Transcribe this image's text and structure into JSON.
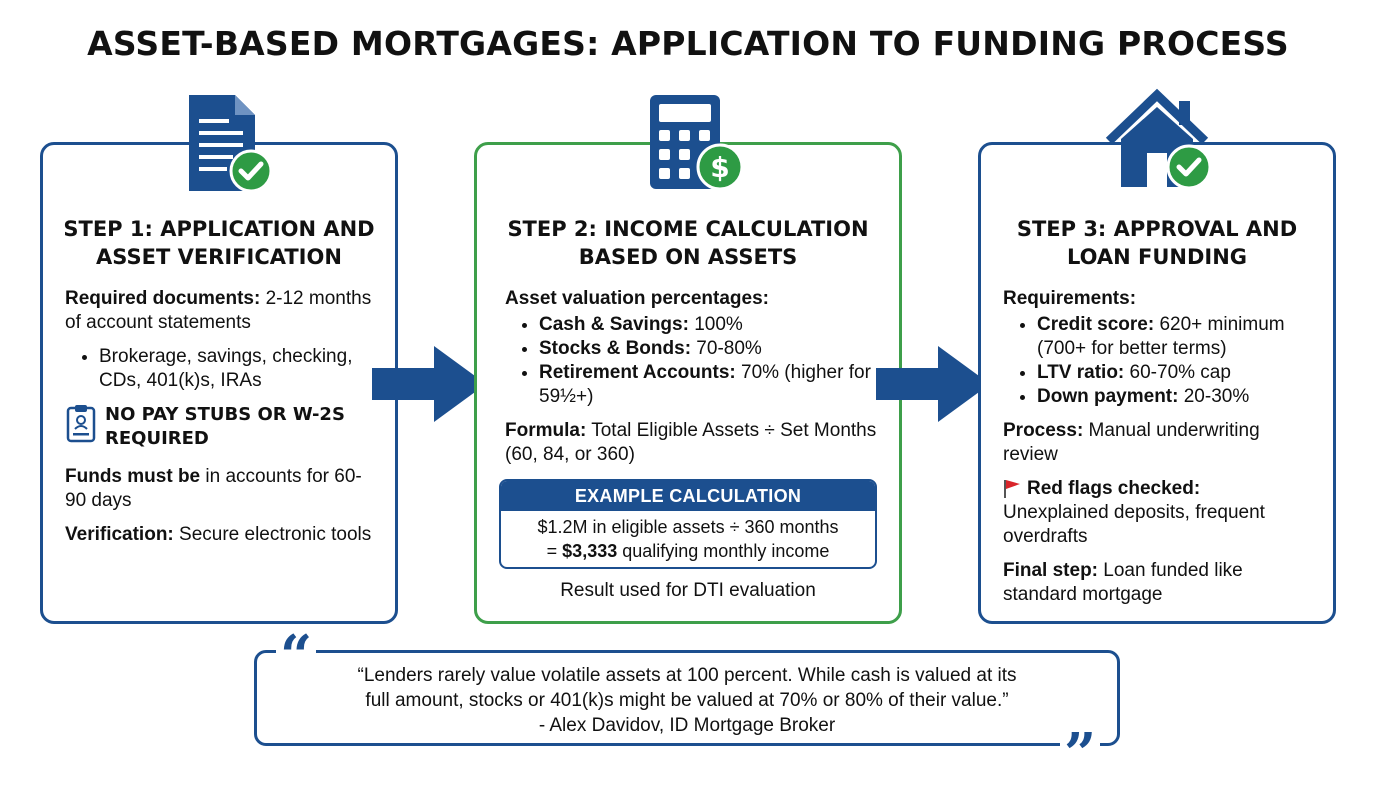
{
  "title": "ASSET-BASED MORTGAGES: APPLICATION TO FUNDING PROCESS",
  "colors": {
    "blue": "#1c4f8f",
    "green": "#3e9f4a",
    "check_green": "#2e9b44",
    "flag_red": "#d9252a"
  },
  "step1": {
    "icon": "document-check-icon",
    "heading_line1": "STEP 1: APPLICATION AND",
    "heading_line2": "ASSET VERIFICATION",
    "req_label": "Required documents:",
    "req_text": " 2-12 months of account statements",
    "bullet": "Brokerage, savings, checking, CDs, 401(k)s, IRAs",
    "nopay_line1": "NO PAY STUBS OR W-2S",
    "nopay_line2": "REQUIRED",
    "funds_label": "Funds must be",
    "funds_text": " in accounts for 60-90 days",
    "verif_label": "Verification:",
    "verif_text": " Secure electronic tools"
  },
  "step2": {
    "icon": "calculator-dollar-icon",
    "heading_line1": "STEP 2: INCOME CALCULATION",
    "heading_line2": "BASED ON ASSETS",
    "val_label": "Asset valuation percentages:",
    "items": [
      {
        "label": "Cash & Savings:",
        "value": " 100%"
      },
      {
        "label": "Stocks & Bonds:",
        "value": " 70-80%"
      },
      {
        "label": "Retirement Accounts:",
        "value": " 70% (higher for 59½+)"
      }
    ],
    "formula_label": "Formula:",
    "formula_text": " Total Eligible Assets ÷ Set Months (60, 84, or 360)",
    "example_header": "EXAMPLE CALCULATION",
    "example_line1": "$1.2M in eligible assets ÷ 360 months",
    "example_line2_pre": "= ",
    "example_line2_bold": "$3,333",
    "example_line2_post": " qualifying monthly income",
    "result": "Result used for DTI evaluation"
  },
  "step3": {
    "icon": "house-check-icon",
    "heading_line1": "STEP 3: APPROVAL AND",
    "heading_line2": "LOAN FUNDING",
    "req_label": "Requirements:",
    "items": [
      {
        "label": "Credit score:",
        "value": " 620+ minimum (700+ for better terms)"
      },
      {
        "label": "LTV ratio:",
        "value": " 60-70% cap"
      },
      {
        "label": "Down payment:",
        "value": " 20-30%"
      }
    ],
    "process_label": "Process:",
    "process_text": " Manual underwriting review",
    "flags_label": "Red flags checked:",
    "flags_text": "Unexplained deposits, frequent overdrafts",
    "final_label": "Final step:",
    "final_text": " Loan funded like standard mortgage"
  },
  "quote": {
    "open_mark": "“",
    "close_mark": "”",
    "line1": "“Lenders rarely value volatile assets at 100 percent. While cash is valued at its",
    "line2": "full amount, stocks or 401(k)s might be valued at 70% or 80% of their value.”",
    "line3": "- Alex Davidov, ID Mortgage Broker"
  }
}
